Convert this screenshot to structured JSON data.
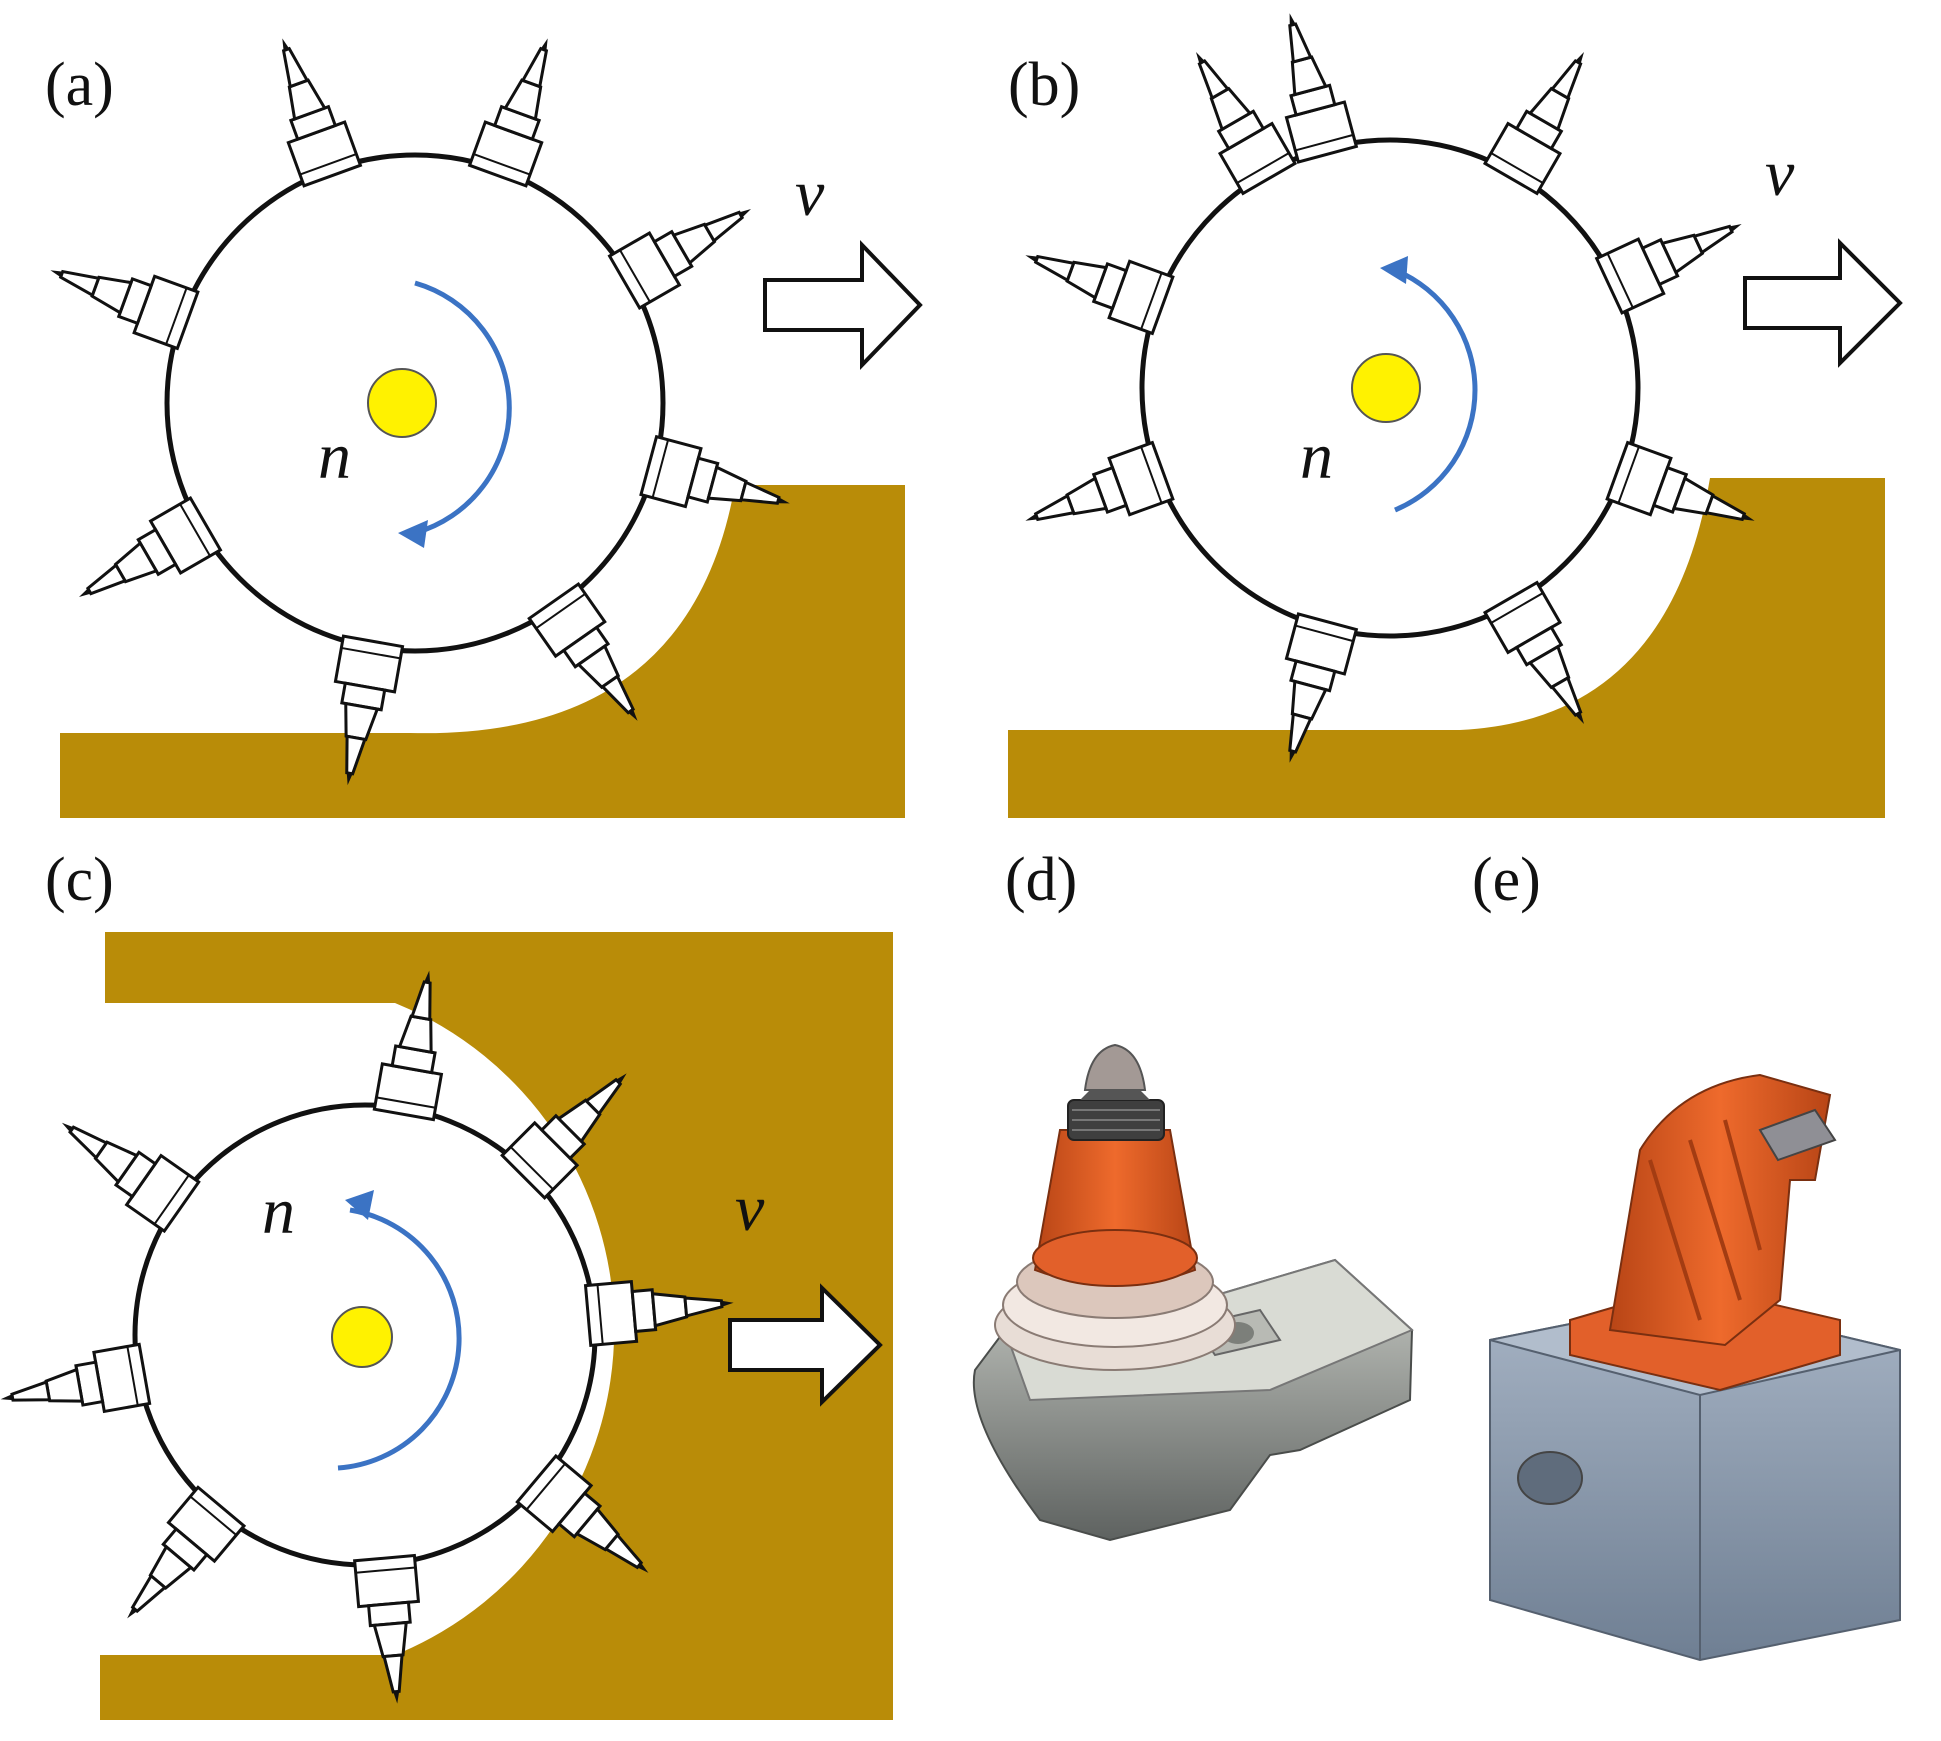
{
  "panels": [
    {
      "id": "a",
      "label": "(a)",
      "rotation_symbol": "n",
      "velocity_symbol": "v"
    },
    {
      "id": "b",
      "label": "(b)",
      "rotation_symbol": "n",
      "velocity_symbol": "v"
    },
    {
      "id": "c",
      "label": "(c)",
      "rotation_symbol": "n",
      "velocity_symbol": "v"
    },
    {
      "id": "d",
      "label": "(d)"
    },
    {
      "id": "e",
      "label": "(e)"
    }
  ],
  "colors": {
    "material": "#B98C08",
    "axle": "#FFF200",
    "rotation_arrow": "#3B73C4",
    "pick_orange": "#E2602A",
    "holder_grey": "#8E9499",
    "holder_blue_grey": "#8A99AD"
  },
  "icons": [
    "cutting-drum-icon",
    "conical-pick-icon",
    "radial-pick-icon",
    "direction-arrow-icon"
  ]
}
